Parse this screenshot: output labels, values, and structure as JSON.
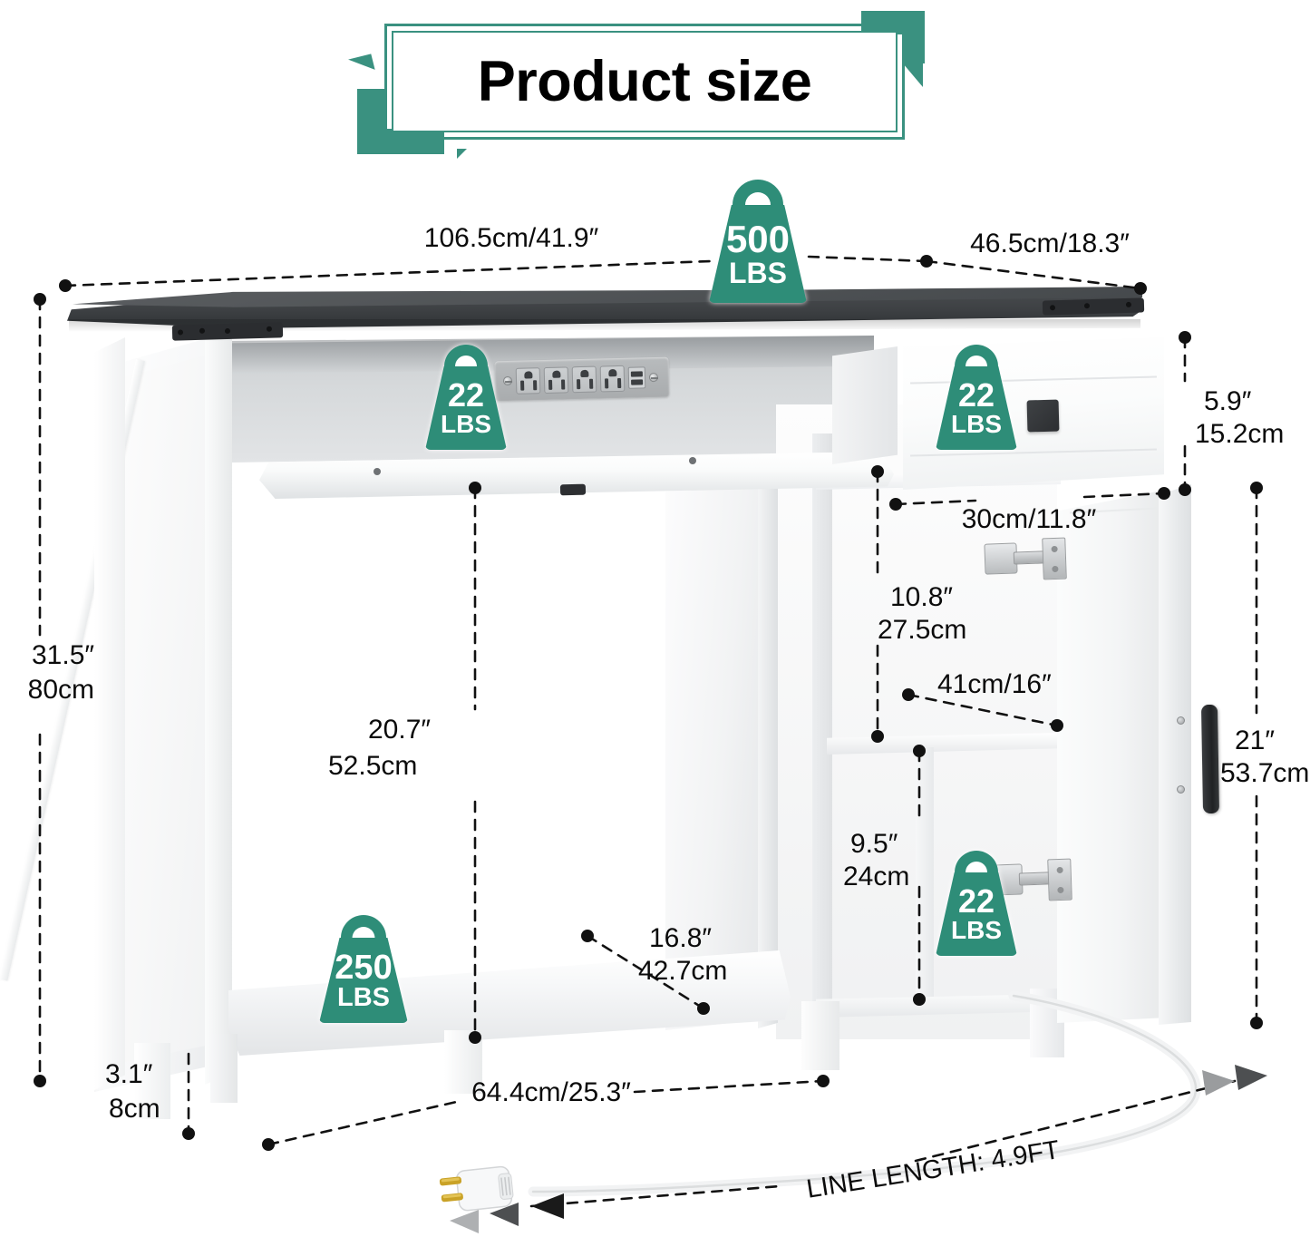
{
  "banner": {
    "title": "Product size",
    "accent_color": "#3a9180"
  },
  "product": {
    "top_width": "106.5cm/41.9″",
    "top_depth": "46.5cm/18.3″",
    "total_height_in": "31.5″",
    "total_height_cm": "80cm",
    "drawer_height_in": "5.9″",
    "drawer_height_cm": "15.2cm",
    "drawer_width": "30cm/11.8″",
    "cabinet_upper_in": "10.8″",
    "cabinet_upper_cm": "27.5cm",
    "cabinet_shelf_depth": "41cm/16″",
    "cabinet_lower_in": "9.5″",
    "cabinet_lower_cm": "24cm",
    "door_height_in": "21″",
    "door_height_cm": "53.7cm",
    "open_shelf_in": "20.7″",
    "open_shelf_cm": "52.5cm",
    "shelf_depth_in": "16.8″",
    "shelf_depth_cm": "42.7cm",
    "foot_height_in": "3.1″",
    "foot_height_cm": "8cm",
    "bottom_shelf_width": "64.4cm/25.3″",
    "line_length": "LINE LENGTH: 4.9FT"
  },
  "badges": {
    "top_capacity": {
      "value": "500",
      "unit": "LBS"
    },
    "open_shelf_capacity": {
      "value": "22",
      "unit": "LBS"
    },
    "drawer_capacity": {
      "value": "22",
      "unit": "LBS"
    },
    "cabinet_capacity": {
      "value": "22",
      "unit": "LBS"
    },
    "bottom_shelf_capacity": {
      "value": "250",
      "unit": "LBS"
    },
    "color": "#2e8d78"
  },
  "colors": {
    "accent_green": "#3a9180",
    "badge_green": "#2e8d78",
    "tabletop_dark": "#3e4144",
    "body_white": "#ffffff",
    "dimension_text": "#0b0b0b"
  }
}
